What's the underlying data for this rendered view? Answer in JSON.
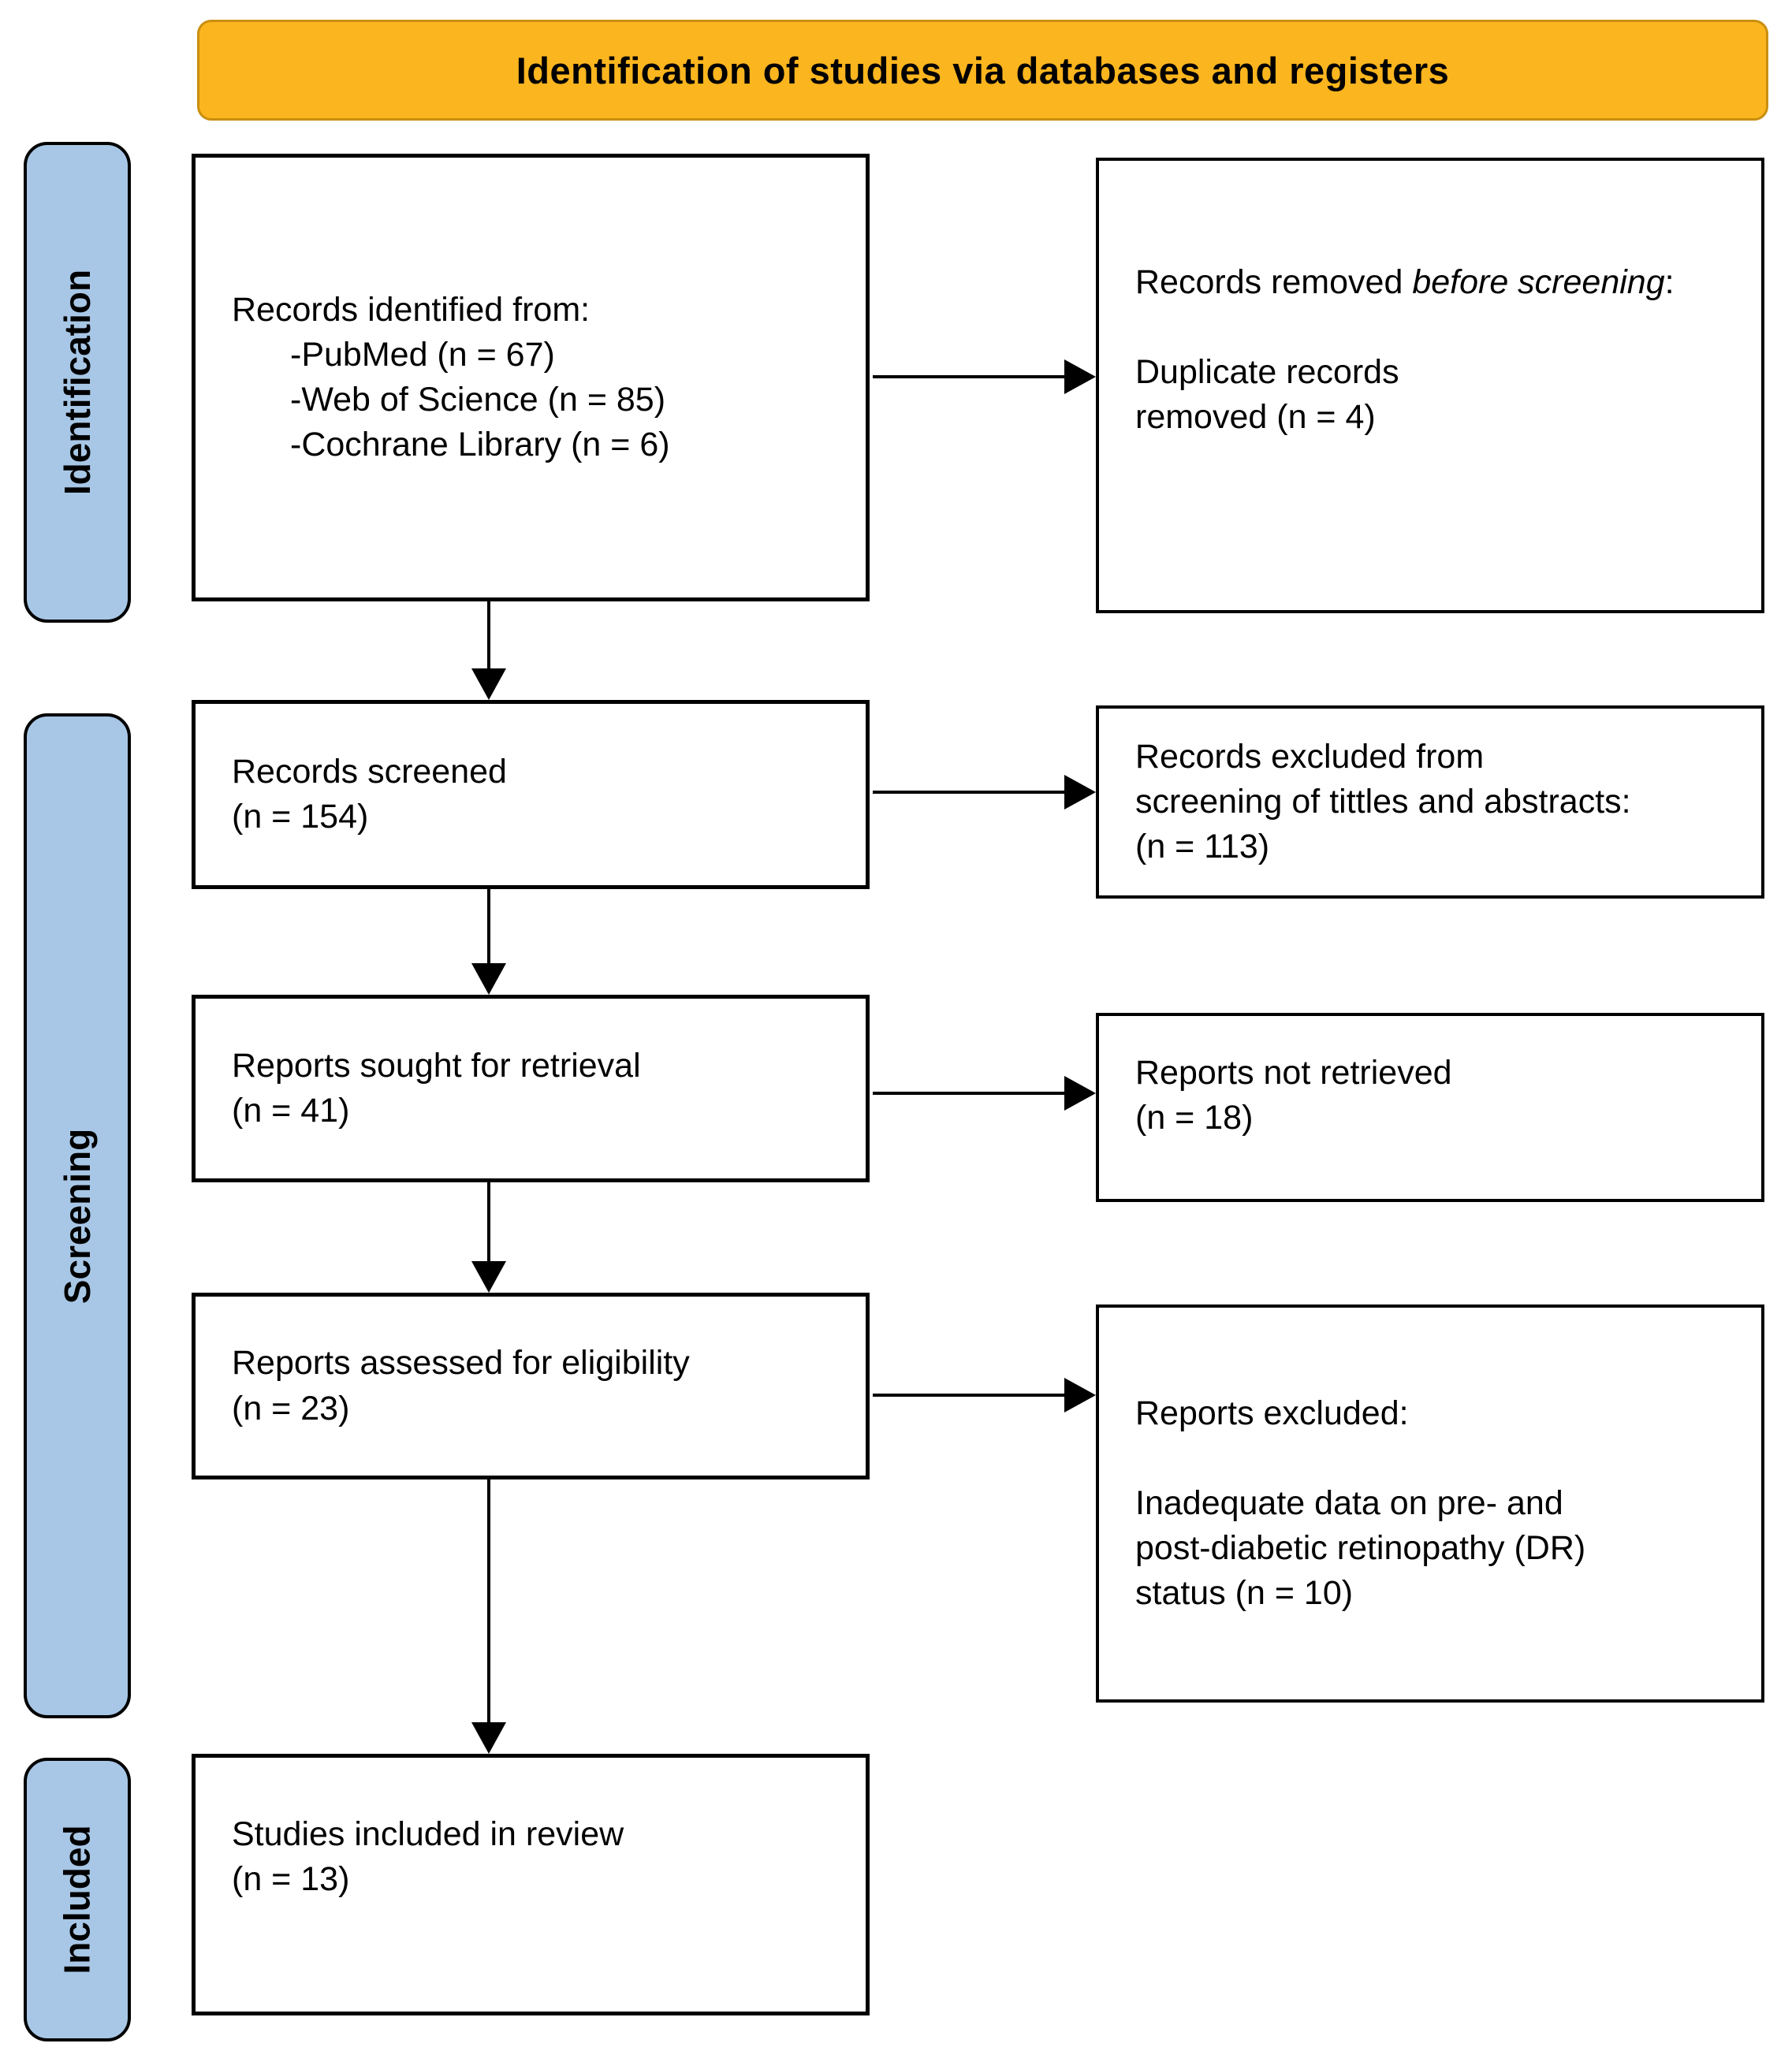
{
  "header": {
    "title": "Identification of studies via databases and registers"
  },
  "sidebar": {
    "stages": [
      {
        "label": "Identification"
      },
      {
        "label": "Screening"
      },
      {
        "label": "Included"
      }
    ]
  },
  "boxes": {
    "identified": {
      "title": "Records identified from:",
      "items": [
        "-PubMed (n = 67)",
        "-Web of Science (n = 85)",
        "-Cochrane Library (n = 6)"
      ]
    },
    "screened": {
      "line1": "Records screened",
      "line2": "(n = 154)"
    },
    "sought": {
      "line1": "Reports sought for retrieval",
      "line2": "(n = 41)"
    },
    "assessed": {
      "line1": "Reports assessed for eligibility",
      "line2": "(n = 23)"
    },
    "included": {
      "line1": "Studies included in review",
      "line2": "(n = 13)"
    },
    "removed_before": {
      "p1_normal": "Records removed ",
      "p1_italic": "before screening",
      "p1_tail": ":",
      "p2_line1": "Duplicate records",
      "p2_line2": "removed (n = 4)"
    },
    "excluded_screening": {
      "line1": "Records excluded from",
      "line2": "screening of tittles and abstracts:",
      "line3": "(n = 113)"
    },
    "not_retrieved": {
      "line1": "Reports not retrieved",
      "line2": "(n = 18)"
    },
    "reports_excluded": {
      "p1": "Reports excluded:",
      "p2_line1": "Inadequate data on pre- and",
      "p2_line2": "post-diabetic retinopathy (DR)",
      "p2_line3": "status (n = 10)"
    }
  },
  "colors": {
    "header_bg": "#FBB51E",
    "header_border": "#C98F10",
    "stage_bg": "#A8C7E6",
    "box_border": "#000000"
  }
}
